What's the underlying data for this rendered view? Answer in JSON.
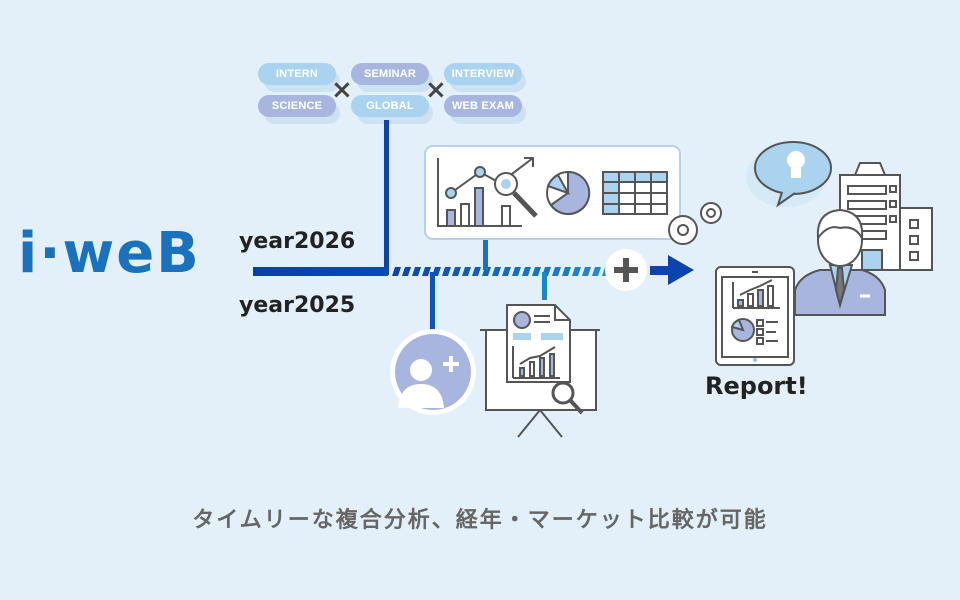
{
  "tags": {
    "row1": [
      "INTERN",
      "SEMINAR",
      "INTERVIEW"
    ],
    "row2": [
      "SCIENCE",
      "GLOBAL",
      "WEB EXAM"
    ],
    "separator": "×"
  },
  "logo": "i·weB",
  "years": {
    "current": "year2026",
    "previous": "year2025"
  },
  "report_label": "Report!",
  "caption": "タイムリーな複合分析、経年・マーケット比較が可能",
  "colors": {
    "background": "#e3f0f9",
    "logo_blue": "#1a72bc",
    "timeline_blue": "#0a3fa8",
    "accent_light_blue": "#a9d3ee",
    "accent_purple": "#a8b6df",
    "icon_stroke": "#555555"
  }
}
